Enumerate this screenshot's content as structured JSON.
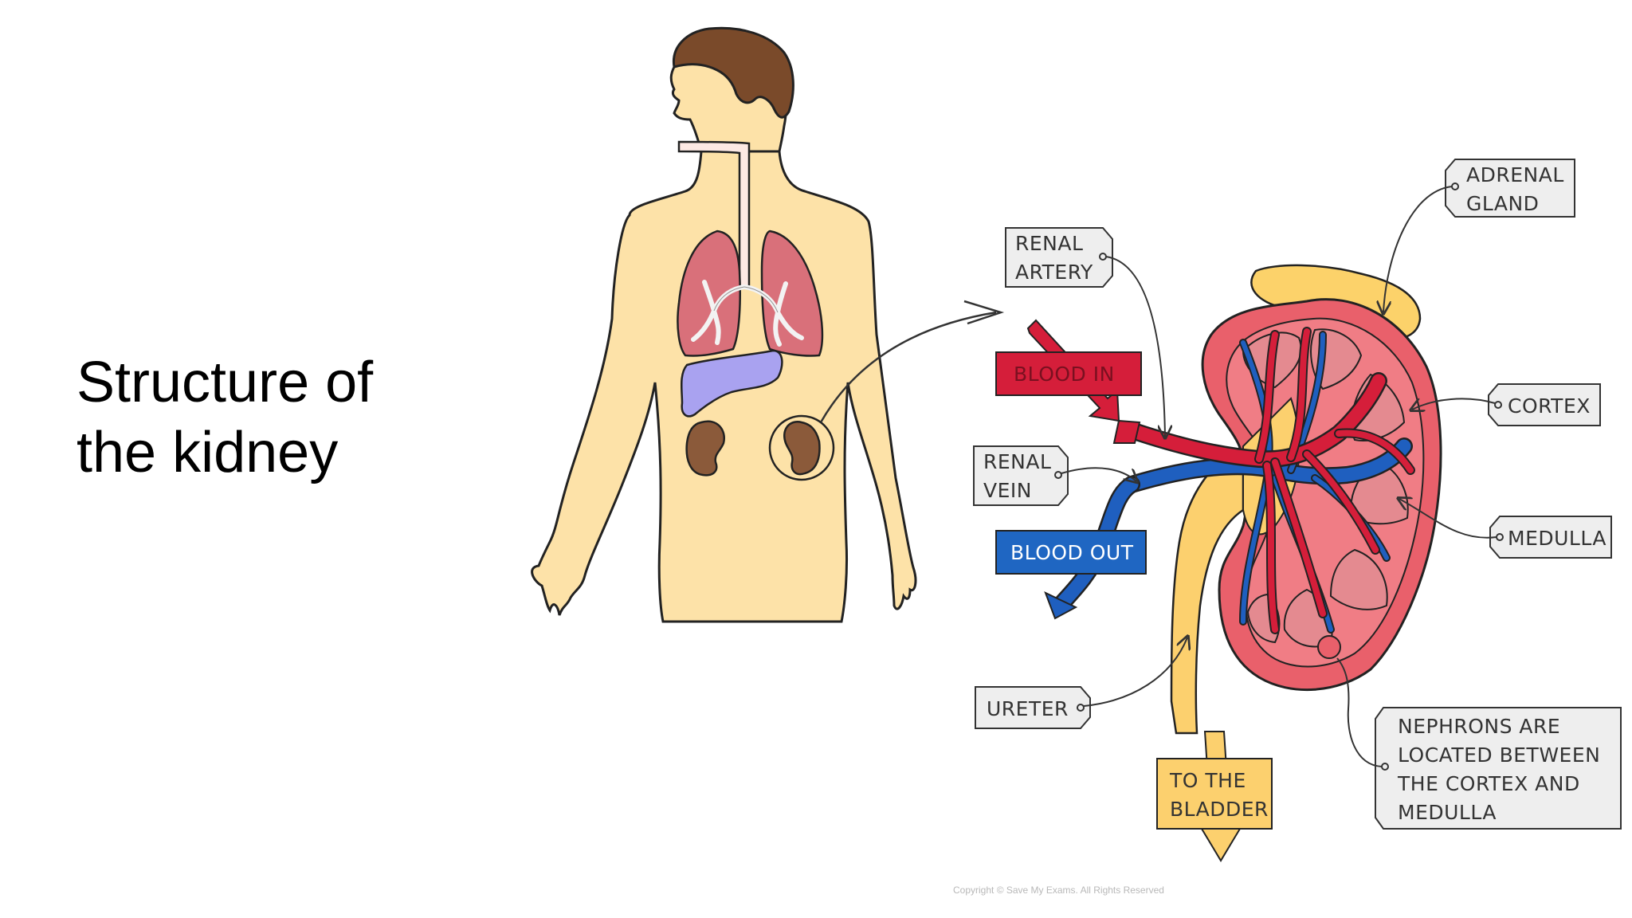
{
  "title": {
    "line1": "Structure of",
    "line2": "the kidney"
  },
  "labels": {
    "renal_artery": [
      "RENAL",
      "ARTERY"
    ],
    "renal_vein": [
      "RENAL",
      "VEIN"
    ],
    "blood_in": "BLOOD IN",
    "blood_out": "BLOOD OUT",
    "ureter": "URETER",
    "to_the_bladder": [
      "TO THE",
      "BLADDER"
    ],
    "adrenal_gland": [
      "ADRENAL",
      "GLAND"
    ],
    "cortex": "CORTEX",
    "medulla": "MEDULLA",
    "nephrons": [
      "NEPHRONS ARE",
      "LOCATED BETWEEN",
      "THE CORTEX AND",
      "MEDULLA"
    ]
  },
  "copyright": "Copyright © Save My Exams. All Rights Reserved",
  "colors": {
    "skin": "#fde2a8",
    "hair": "#7a4a2a",
    "lung": "#d9707a",
    "liver": "#a9a2f0",
    "kidney_small": "#8b5a3a",
    "kidney_cortex": "#e9606b",
    "kidney_medulla": "#e48a90",
    "adrenal": "#fcd26a",
    "ureter": "#fcd06e",
    "artery": "#d51e3a",
    "vein": "#1f5fbf",
    "blood_in_bg": "#d51e3a",
    "blood_out_bg": "#1f66c2",
    "label_bg": "#eeeeee",
    "bladder_bg": "#fcd06e"
  },
  "icons": [
    "human-body-illustration",
    "kidney-cross-section-illustration",
    "zoom-arrow-icon"
  ]
}
